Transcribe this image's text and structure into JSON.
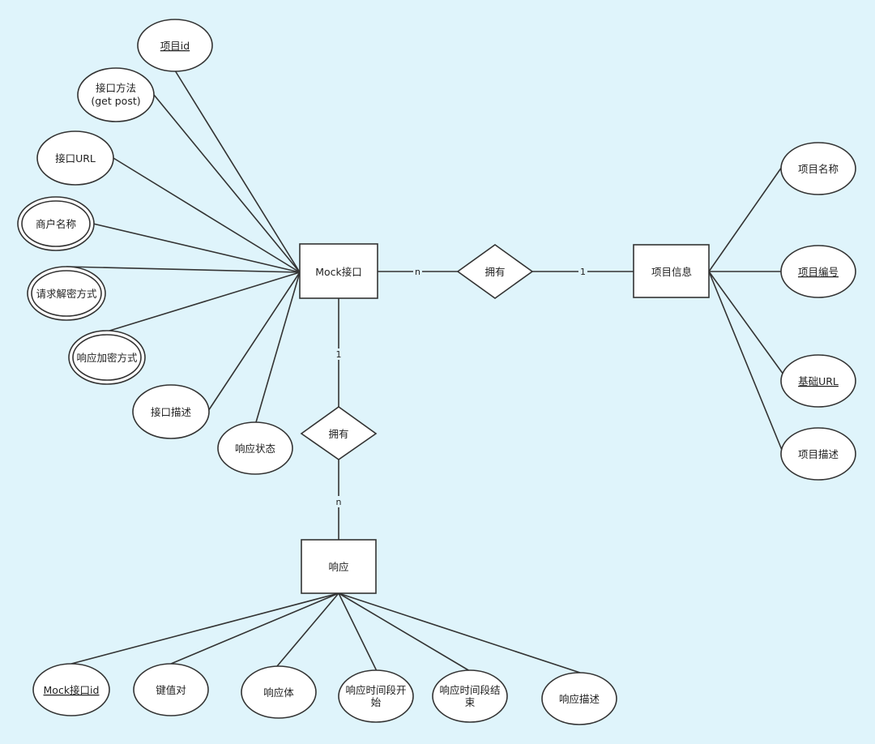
{
  "entities": {
    "mock": "Mock接口",
    "project": "项目信息",
    "response": "响应"
  },
  "relations": {
    "rel_top": "拥有",
    "rel_mid": "拥有"
  },
  "cardinalities": {
    "mock_rel_top": "n",
    "rel_top_project": "1",
    "mock_rel_mid": "1",
    "rel_mid_response": "n"
  },
  "mock_attributes": {
    "project_id": "项目id",
    "method_l1": "接口方法",
    "method_l2": "(get post)",
    "url": "接口URL",
    "merchant_name": "商户名称",
    "req_decrypt": "请求解密方式",
    "resp_encrypt": "响应加密方式",
    "desc": "接口描述",
    "status": "响应状态"
  },
  "project_attributes": {
    "name": "项目名称",
    "code": "项目编号",
    "base_url": "基础URL",
    "desc": "项目描述"
  },
  "response_attributes": {
    "mock_id": "Mock接口id",
    "kv": "键值对",
    "body": "响应体",
    "start_l1": "响应时间段开",
    "start_l2": "始",
    "end_l1": "响应时间段结",
    "end_l2": "束",
    "desc": "响应描述"
  }
}
